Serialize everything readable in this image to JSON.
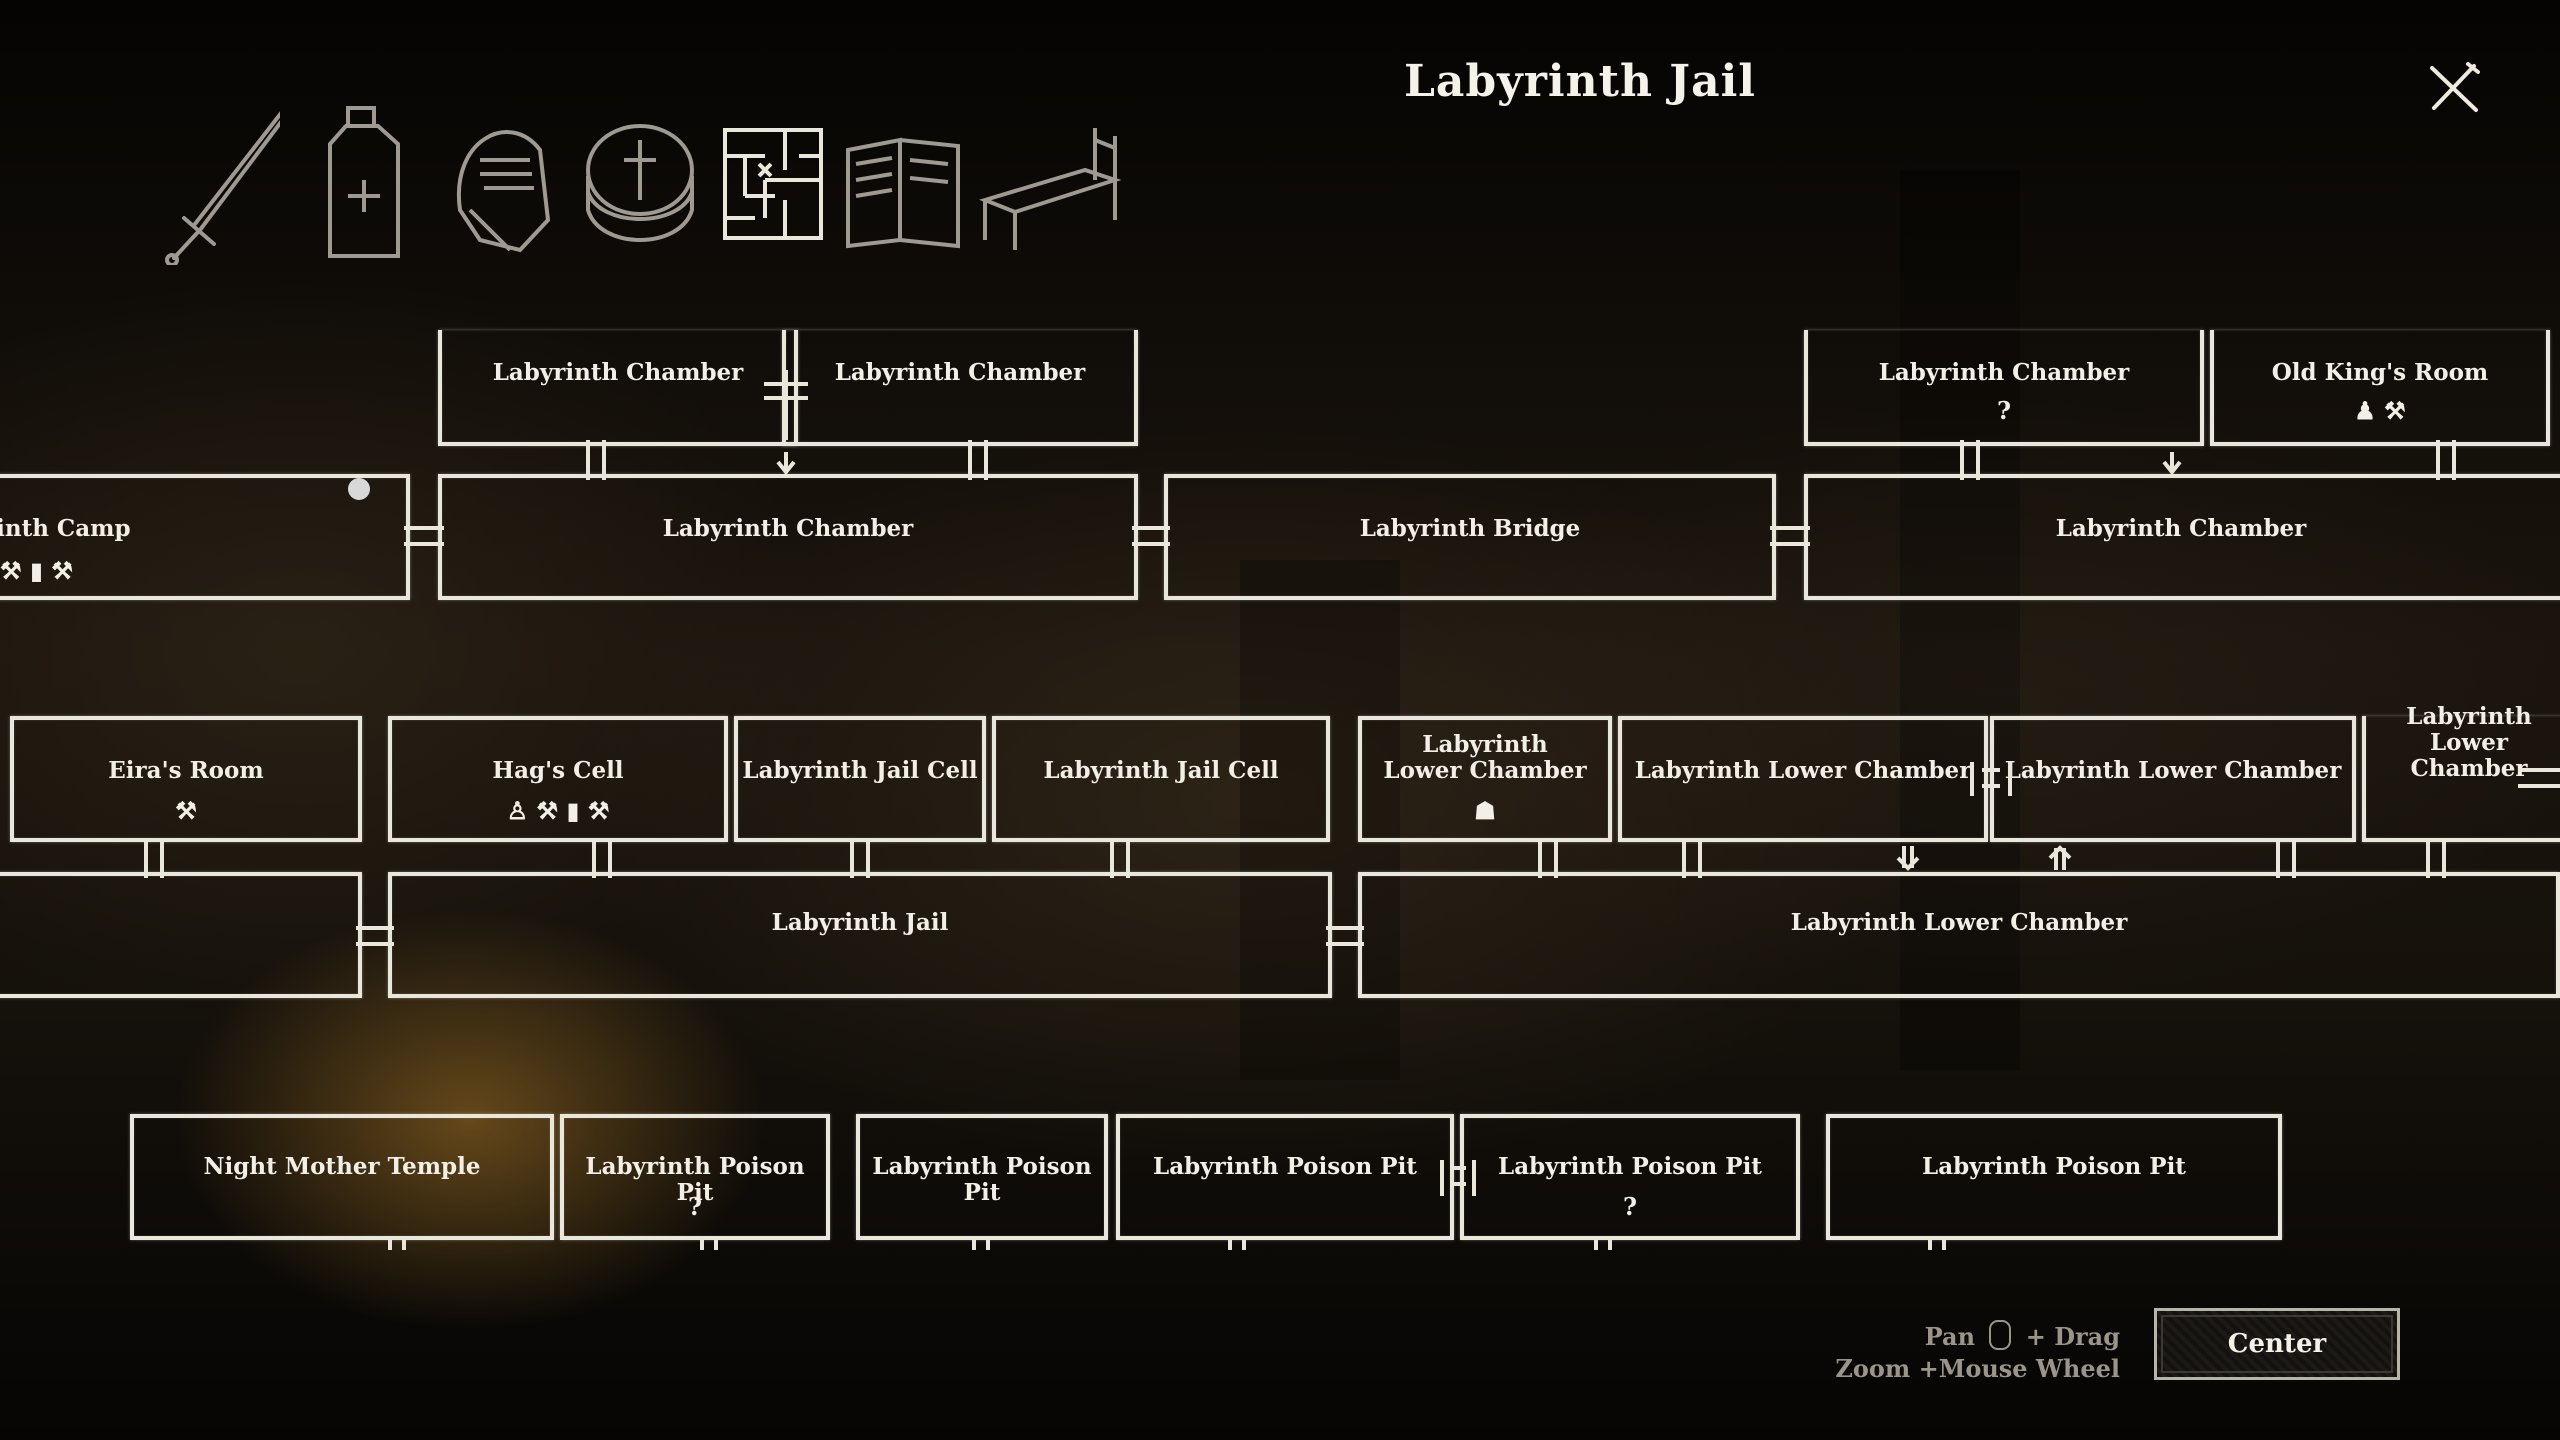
{
  "header": {
    "title": "Labyrinth Jail"
  },
  "toolbar": {
    "items": [
      {
        "name": "weapons",
        "icon": "sword-icon"
      },
      {
        "name": "consumables",
        "icon": "potion-bottle-icon"
      },
      {
        "name": "armor",
        "icon": "helmet-icon"
      },
      {
        "name": "coins",
        "icon": "coin-stack-icon"
      },
      {
        "name": "map",
        "icon": "maze-map-icon"
      },
      {
        "name": "journal",
        "icon": "open-book-icon"
      },
      {
        "name": "rest",
        "icon": "bed-icon"
      }
    ]
  },
  "rooms": {
    "r1": {
      "name": "Labyrinth Chamber",
      "icons": ""
    },
    "r2": {
      "name": "Labyrinth Chamber",
      "icons": ""
    },
    "r3": {
      "name": "Labyrinth Chamber",
      "icons": "?"
    },
    "r4": {
      "name": "Old King's Room",
      "icons": "♟ ⚒"
    },
    "camp": {
      "name": "rinth Camp",
      "icons": "⚒ ▮ ⚒"
    },
    "r6": {
      "name": "Labyrinth Chamber",
      "icons": ""
    },
    "bridge": {
      "name": "Labyrinth Bridge",
      "icons": ""
    },
    "r8": {
      "name": "Labyrinth Chamber",
      "icons": ""
    },
    "eira": {
      "name": "Eira's Room",
      "icons": "⚒"
    },
    "hag": {
      "name": "Hag's Cell",
      "icons": "♙ ⚒ ▮ ⚒"
    },
    "cell1": {
      "name": "Labyrinth Jail Cell",
      "icons": ""
    },
    "cell2": {
      "name": "Labyrinth Jail Cell",
      "icons": ""
    },
    "lower1": {
      "name": "Labyrinth Lower Chamber",
      "icons": "☗"
    },
    "lower2": {
      "name": "Labyrinth Lower Chamber",
      "icons": ""
    },
    "lower3": {
      "name": "Labyrinth Lower Chamber",
      "icons": ""
    },
    "lower4": {
      "name": "Labyrinth Lower Chamber",
      "icons": ""
    },
    "left_lower": {
      "name": "",
      "icons": ""
    },
    "jail": {
      "name": "Labyrinth Jail",
      "icons": ""
    },
    "lower_big": {
      "name": "Labyrinth Lower Chamber",
      "icons": ""
    },
    "temple": {
      "name": "Night Mother Temple",
      "icons": ""
    },
    "pit1": {
      "name": "Labyrinth Poison Pit",
      "icons": "?"
    },
    "pit2": {
      "name": "Labyrinth Poison Pit",
      "icons": ""
    },
    "pit3": {
      "name": "Labyrinth Poison Pit",
      "icons": ""
    },
    "pit4": {
      "name": "Labyrinth Poison Pit",
      "icons": "?"
    },
    "pit5": {
      "name": "Labyrinth Poison Pit",
      "icons": ""
    }
  },
  "controls": {
    "pan_label": "Pan",
    "pan_action": "+ Drag",
    "zoom_label": "Zoom +Mouse Wheel",
    "center_label": "Center"
  },
  "colors": {
    "line": "#e9e6dc",
    "text": "#f2efe6",
    "hint": "#9a958b"
  }
}
